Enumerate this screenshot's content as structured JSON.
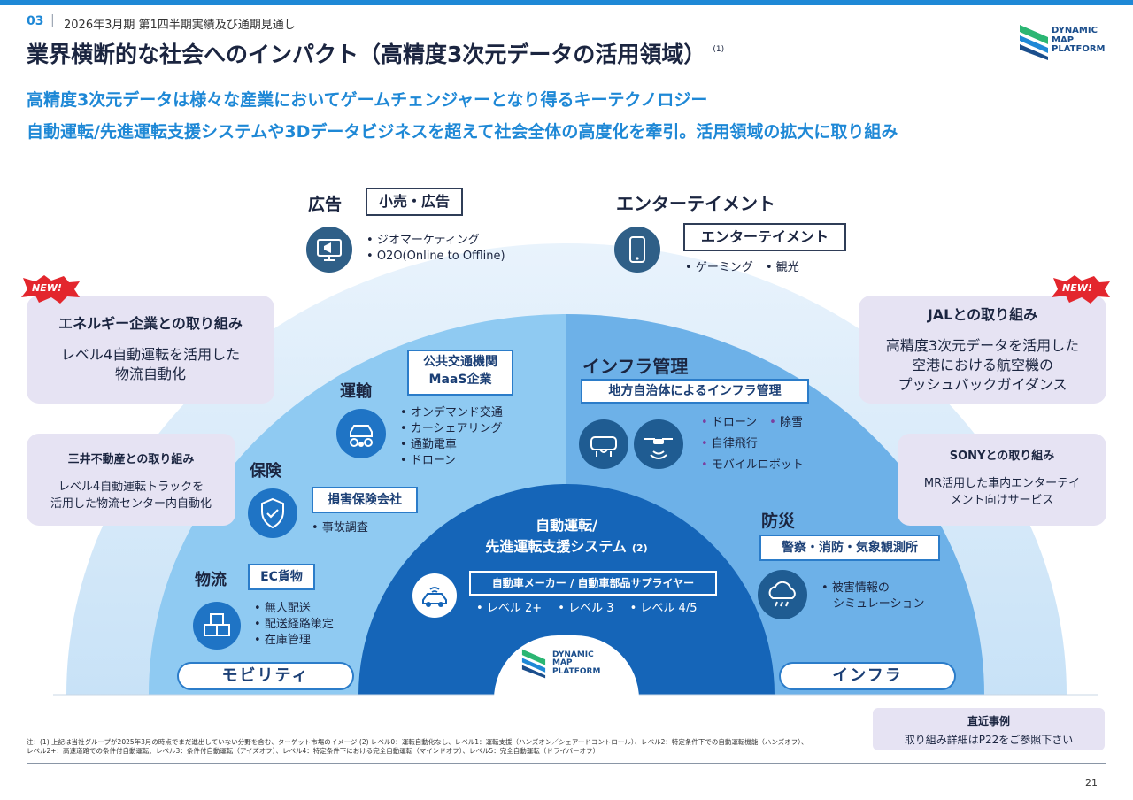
{
  "header": {
    "section_number": "03",
    "separator": "|",
    "section_label": "2026年3月期 第1四半期実績及び通期見通し",
    "title": "業界横断的な社会へのインパクト（高精度3次元データの活用領域）",
    "title_note": "(1)"
  },
  "logo": {
    "line1": "DYNAMIC",
    "line2": "MAP",
    "line3": "PLATFORM"
  },
  "lead": {
    "line1": "高精度3次元データは様々な産業においてゲームチェンジャーとなり得るキーテクノロジー",
    "line2": "自動運転/先進運転支援システムや3Dデータビジネスを超えて社会全体の高度化を牽引。活用領域の拡大に取り組み"
  },
  "ad": {
    "heading": "広告",
    "tag": "小売・広告",
    "items": [
      "ジオマーケティング",
      "O2O(Online to Offline)"
    ]
  },
  "ent": {
    "heading": "エンターテイメント",
    "tag": "エンターテイメント",
    "item1": "ゲーミング",
    "item2": "観光"
  },
  "energy": {
    "badge": "NEW!",
    "title": "エネルギー企業との取り組み",
    "line1": "レベル4自動運転を活用した",
    "line2": "物流自動化"
  },
  "jal": {
    "badge": "NEW!",
    "title": "JALとの取り組み",
    "line1": "高精度3次元データを活用した",
    "line2": "空港における航空機の",
    "line3": "プッシュバックガイダンス"
  },
  "mitsui": {
    "title": "三井不動産との取り組み",
    "line1": "レベル4自動運転トラックを",
    "line2": "活用した物流センター内自動化"
  },
  "sony": {
    "title": "SONYとの取り組み",
    "line1": "MR活用した車内エンターテイ",
    "line2": "メント向けサービス"
  },
  "transport": {
    "heading": "運輸",
    "tag_line1": "公共交通機関",
    "tag_line2": "MaaS企業",
    "items": [
      "オンデマンド交通",
      "カーシェアリング",
      "通勤電車",
      "ドローン"
    ]
  },
  "insurance": {
    "heading": "保険",
    "tag": "損害保険会社",
    "items": [
      "事故調査"
    ]
  },
  "logistics": {
    "heading": "物流",
    "tag": "EC貨物",
    "items": [
      "無人配送",
      "配送経路策定",
      "在庫管理"
    ]
  },
  "infra_mgmt": {
    "heading": "インフラ管理",
    "tag": "地方自治体によるインフラ管理",
    "item1": "ドローン",
    "item2": "除雪",
    "item3": "自律飛行",
    "item4": "モバイルロボット"
  },
  "disaster": {
    "heading": "防災",
    "tag": "警察・消防・気象観測所",
    "items": [
      "被害情報の",
      "シミュレーション"
    ]
  },
  "core": {
    "line1": "自動運転/",
    "line2": "先進運転支援システム",
    "note": "(2)",
    "tag": "自動車メーカー / 自動車部品サプライヤー",
    "level1": "レベル 2+",
    "level2": "レベル 3",
    "level3": "レベル 4/5"
  },
  "pills": {
    "left": "モビリティ",
    "right": "インフラ"
  },
  "recent": {
    "title": "直近事例",
    "text": "取り組み詳細はP22をご参照下さい"
  },
  "footnote": {
    "line1": "注：(1) 上記は当社グループが2025年3月の時点でまだ進出していない分野を含む、ターゲット市場のイメージ (2) レベル0：運転自動化なし、レベル1：運転支援（ハンズオン／シェアードコントロール）、レベル2：特定条件下での自動運転機能（ハンズオフ）、",
    "line2": "レベル2+：高速道路での条件付自動運転、レベル3：条件付自動運転（アイズオフ）、レベル4：特定条件下における完全自動運転（マインドオフ）、レベル5：完全自動運転（ドライバーオフ）"
  },
  "page_number": "21",
  "colors": {
    "accent": "#1e88d6",
    "navy": "#1b2540",
    "core_blue": "#1565b8",
    "card": "#e6e3f3",
    "new_red": "#e3262d"
  }
}
